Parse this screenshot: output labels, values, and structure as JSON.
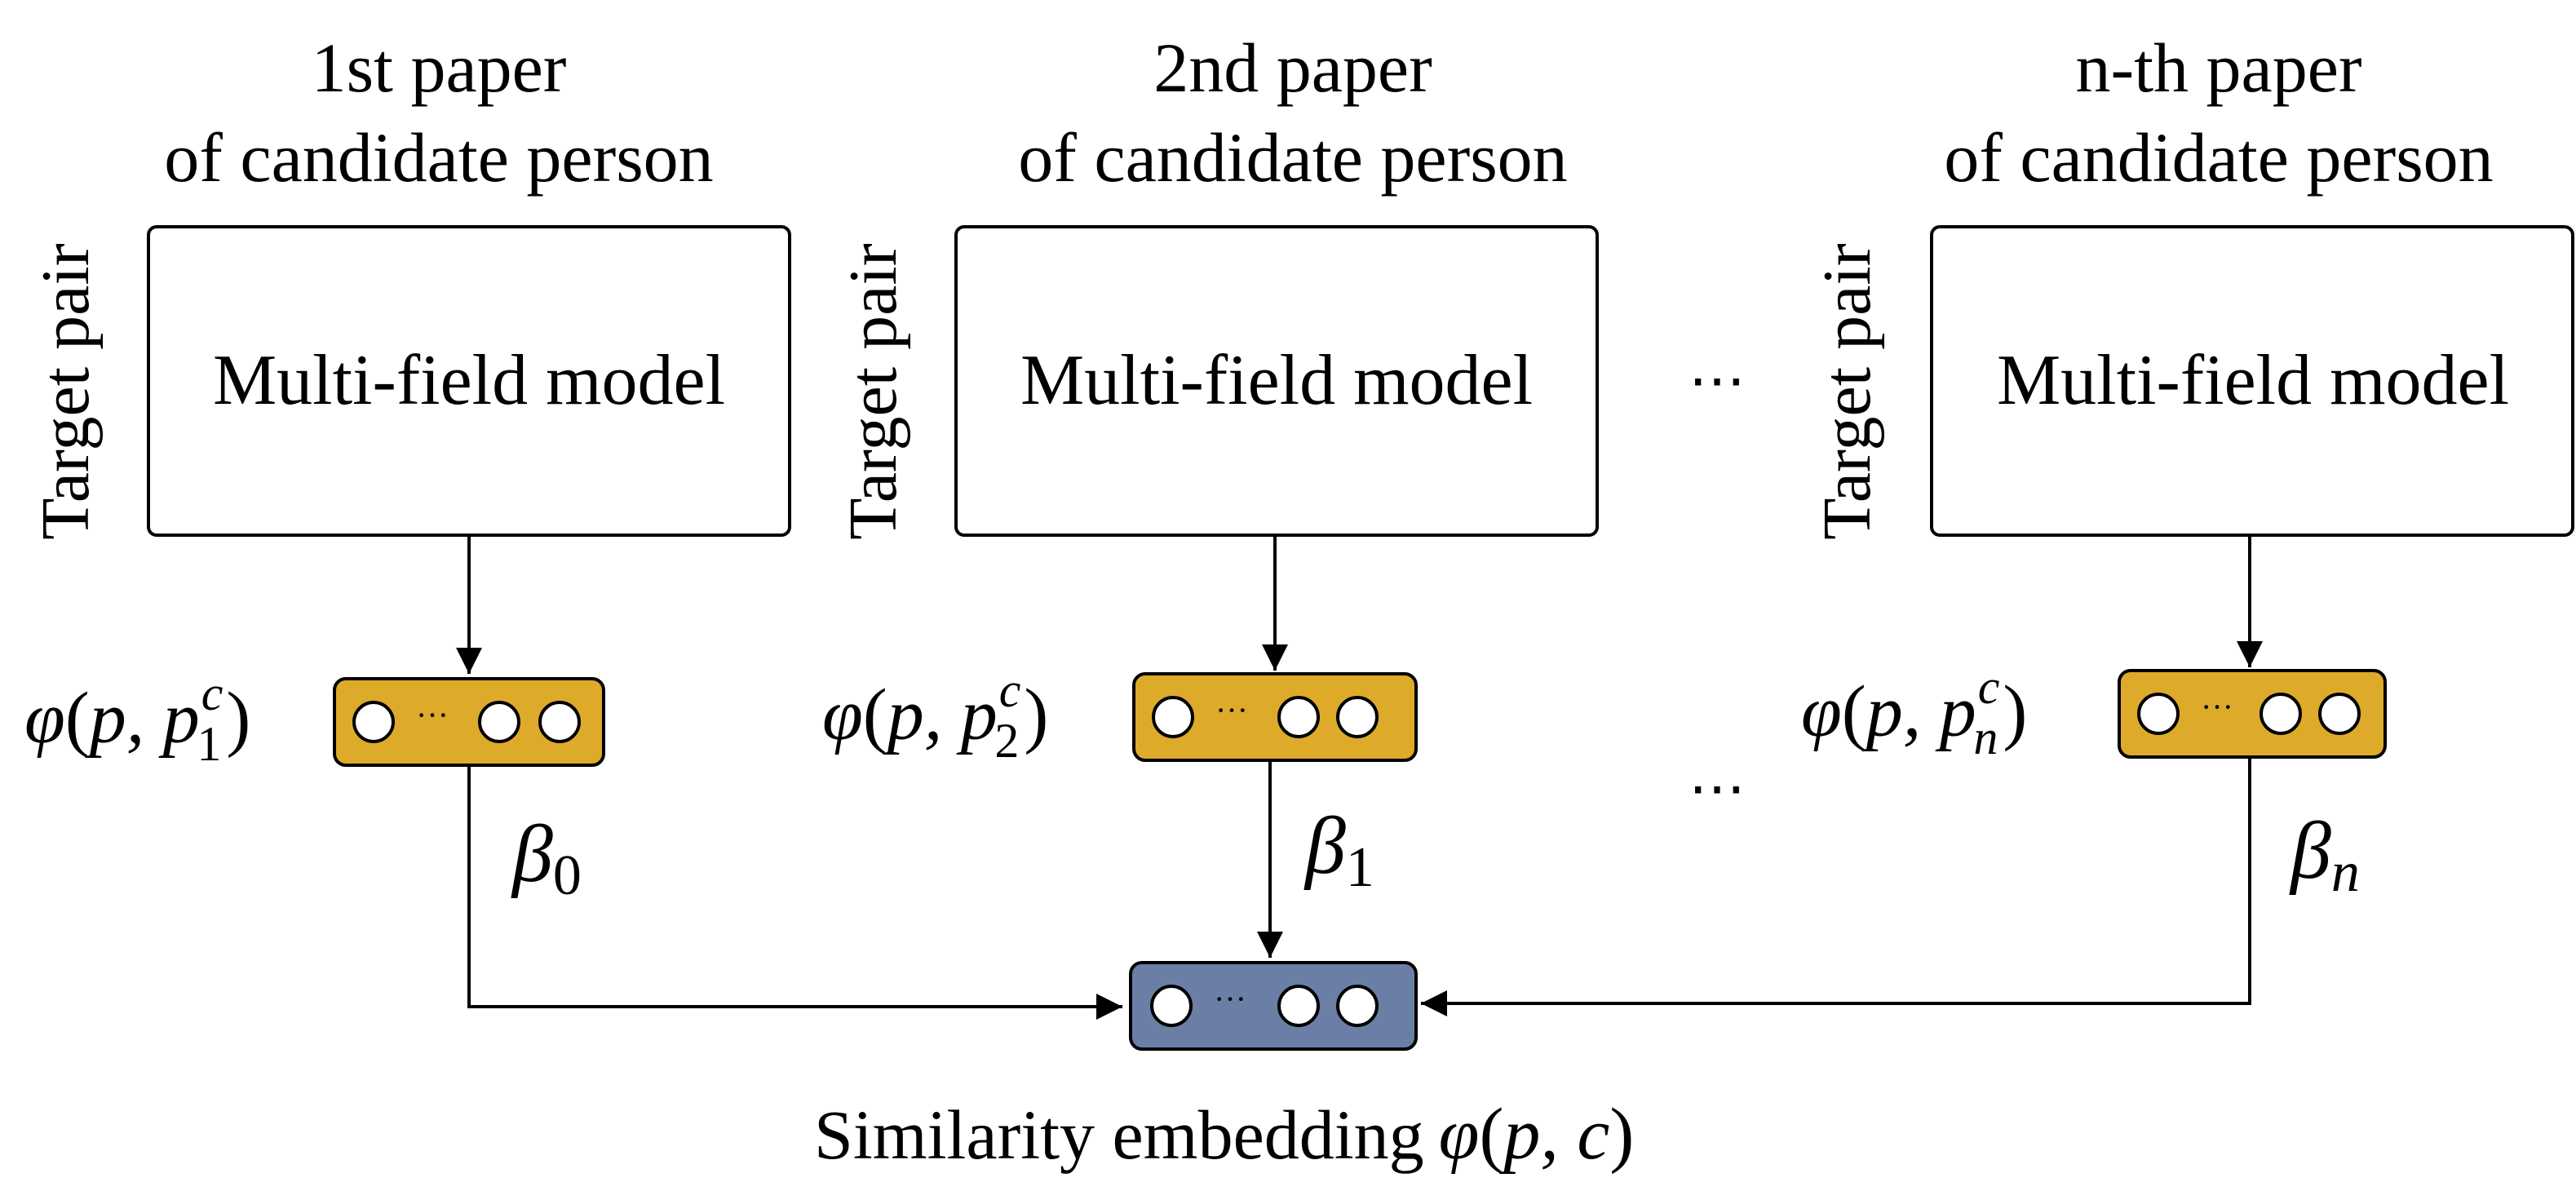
{
  "columns": [
    {
      "header_line1": "1st paper",
      "header_line2": "of candidate person",
      "side_label": "Target pair",
      "model_label": "Multi-field model",
      "embed_fn": "φ",
      "embed_args": "p, p",
      "embed_sup": "c",
      "embed_sub": "1",
      "beta_sym": "β",
      "beta_sub": "0"
    },
    {
      "header_line1": "2nd paper",
      "header_line2": "of candidate person",
      "side_label": "Target pair",
      "model_label": "Multi-field model",
      "embed_fn": "φ",
      "embed_args": "p, p",
      "embed_sup": "c",
      "embed_sub": "2",
      "beta_sym": "β",
      "beta_sub": "1"
    },
    {
      "header_line1": "n-th paper",
      "header_line2": "of candidate person",
      "side_label": "Target pair",
      "model_label": "Multi-field model",
      "embed_fn": "φ",
      "embed_args": "p, p",
      "embed_sup": "c",
      "embed_sub": "n",
      "beta_sym": "β",
      "beta_sub": "n"
    }
  ],
  "ellipsis": "⋯",
  "vector_dots": "···",
  "output": {
    "caption_text": "Similarity embedding",
    "caption_fn": "φ",
    "caption_args": "p, c"
  },
  "colors": {
    "vector_fill": "#DDAA2A",
    "output_fill": "#6B7EA6"
  }
}
